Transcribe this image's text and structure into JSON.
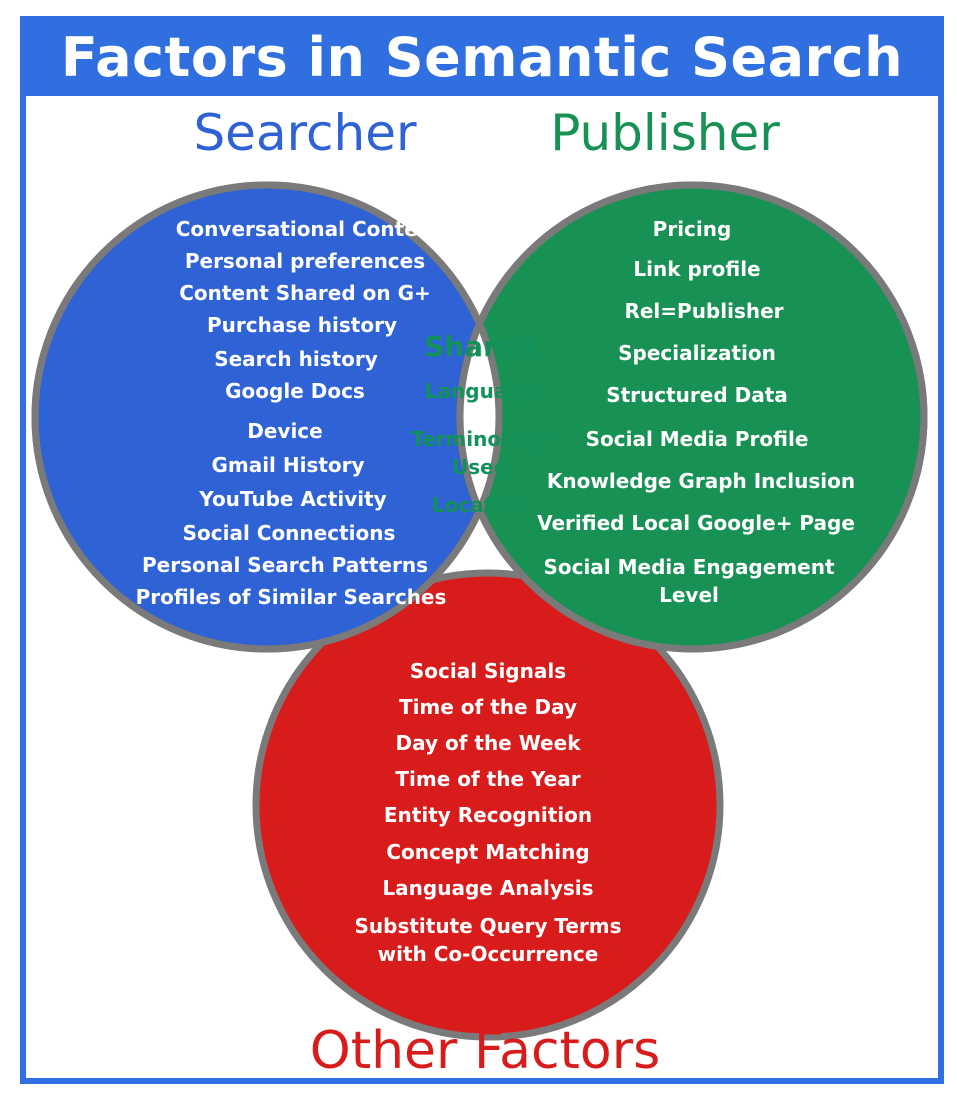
{
  "title": "Factors in Semantic Search",
  "colors": {
    "frame": "#2f6fe0",
    "searcher": "#2f62d4",
    "publisher": "#189155",
    "other": "#d81c1c",
    "outline": "#7a7a7a",
    "shared_text": "#12925a"
  },
  "searcher": {
    "heading": "Searcher",
    "items": [
      "Conversational Context",
      "Personal preferences",
      "Content Shared on G+",
      "Purchase  history",
      "Search history",
      "Google Docs",
      "Device",
      "Gmail History",
      "YouTube Activity",
      "Social Connections",
      "Personal Search Patterns",
      "Profiles of Similar Searches"
    ]
  },
  "publisher": {
    "heading": "Publisher",
    "items": [
      "Pricing",
      "Link profile",
      "Rel=Publisher",
      "Specialization",
      "Structured Data",
      "Social Media Profile",
      "Knowledge Graph Inclusion",
      "Verified Local Google+ Page",
      "Social Media Engagement",
      "Level"
    ]
  },
  "shared": {
    "heading": "Shared",
    "items": [
      "Language",
      "Terminology",
      "Used",
      "Location"
    ]
  },
  "other": {
    "heading": "Other Factors",
    "items": [
      "Social Signals",
      "Time of the Day",
      "Day of the Week",
      "Time of the Year",
      "Entity Recognition",
      "Concept Matching",
      "Language Analysis",
      "Substitute Query Terms",
      "with Co-Occurrence"
    ]
  }
}
